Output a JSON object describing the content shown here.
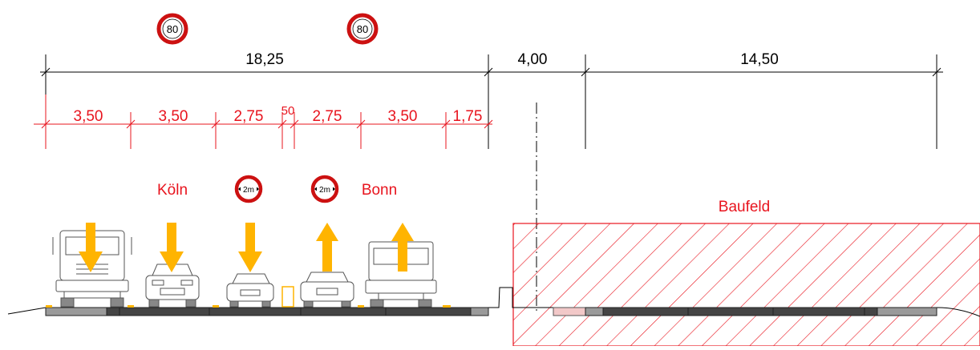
{
  "speed_signs": [
    "80",
    "80"
  ],
  "top_dimensions": [
    "18,25",
    "4,00",
    "14,50"
  ],
  "lane_dimensions": [
    "3,50",
    "3,50",
    "2,75",
    "50",
    "2,75",
    "3,50",
    "1,75"
  ],
  "direction_labels": {
    "left": "Köln",
    "right": "Bonn"
  },
  "width_signs": [
    "2m",
    "2m"
  ],
  "construction_label": "Baufeld",
  "colors": {
    "line": "#000000",
    "red": "#e8141e",
    "arrow": "#ffb400",
    "vehicle": "#555555",
    "paving_dark": "#444444",
    "paving_light": "#9a9a9a"
  }
}
